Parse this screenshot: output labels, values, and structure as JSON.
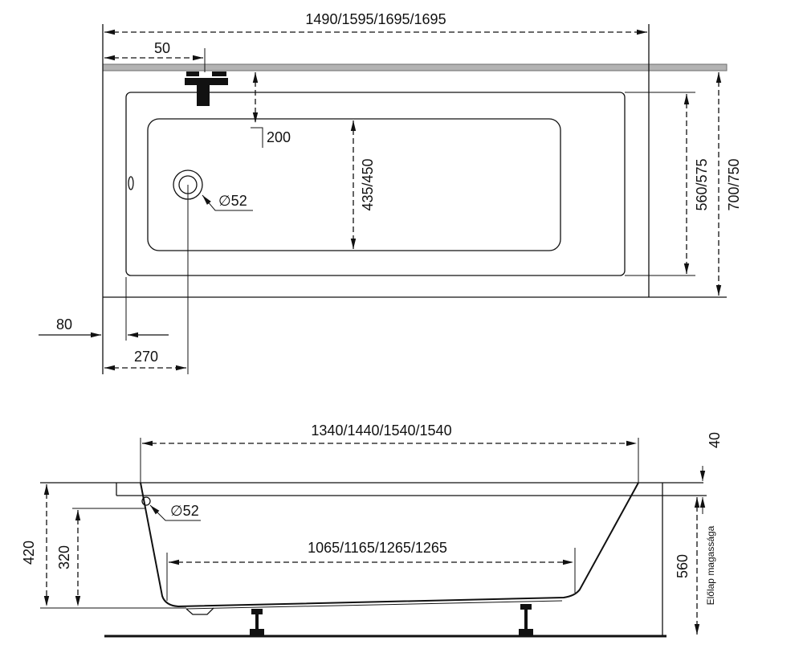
{
  "top_view": {
    "overall_length": "1490/1595/1695/1695",
    "faucet_offset": "50",
    "faucet_depth": "200",
    "basin_width": "435/450",
    "drain_diameter": "∅52",
    "rim_width": "560/575",
    "overall_width": "700/750",
    "rim_offset": "80",
    "drain_offset": "270"
  },
  "side_view": {
    "top_length": "1340/1440/1540/1540",
    "bottom_length": "1065/1165/1265/1265",
    "overflow_diameter": "∅52",
    "rim_thickness": "40",
    "total_height": "420",
    "overflow_height": "320",
    "panel_height": "560",
    "panel_label": "Előlap magassága"
  },
  "colors": {
    "line": "#111111",
    "wall": "#b3b3b3"
  }
}
